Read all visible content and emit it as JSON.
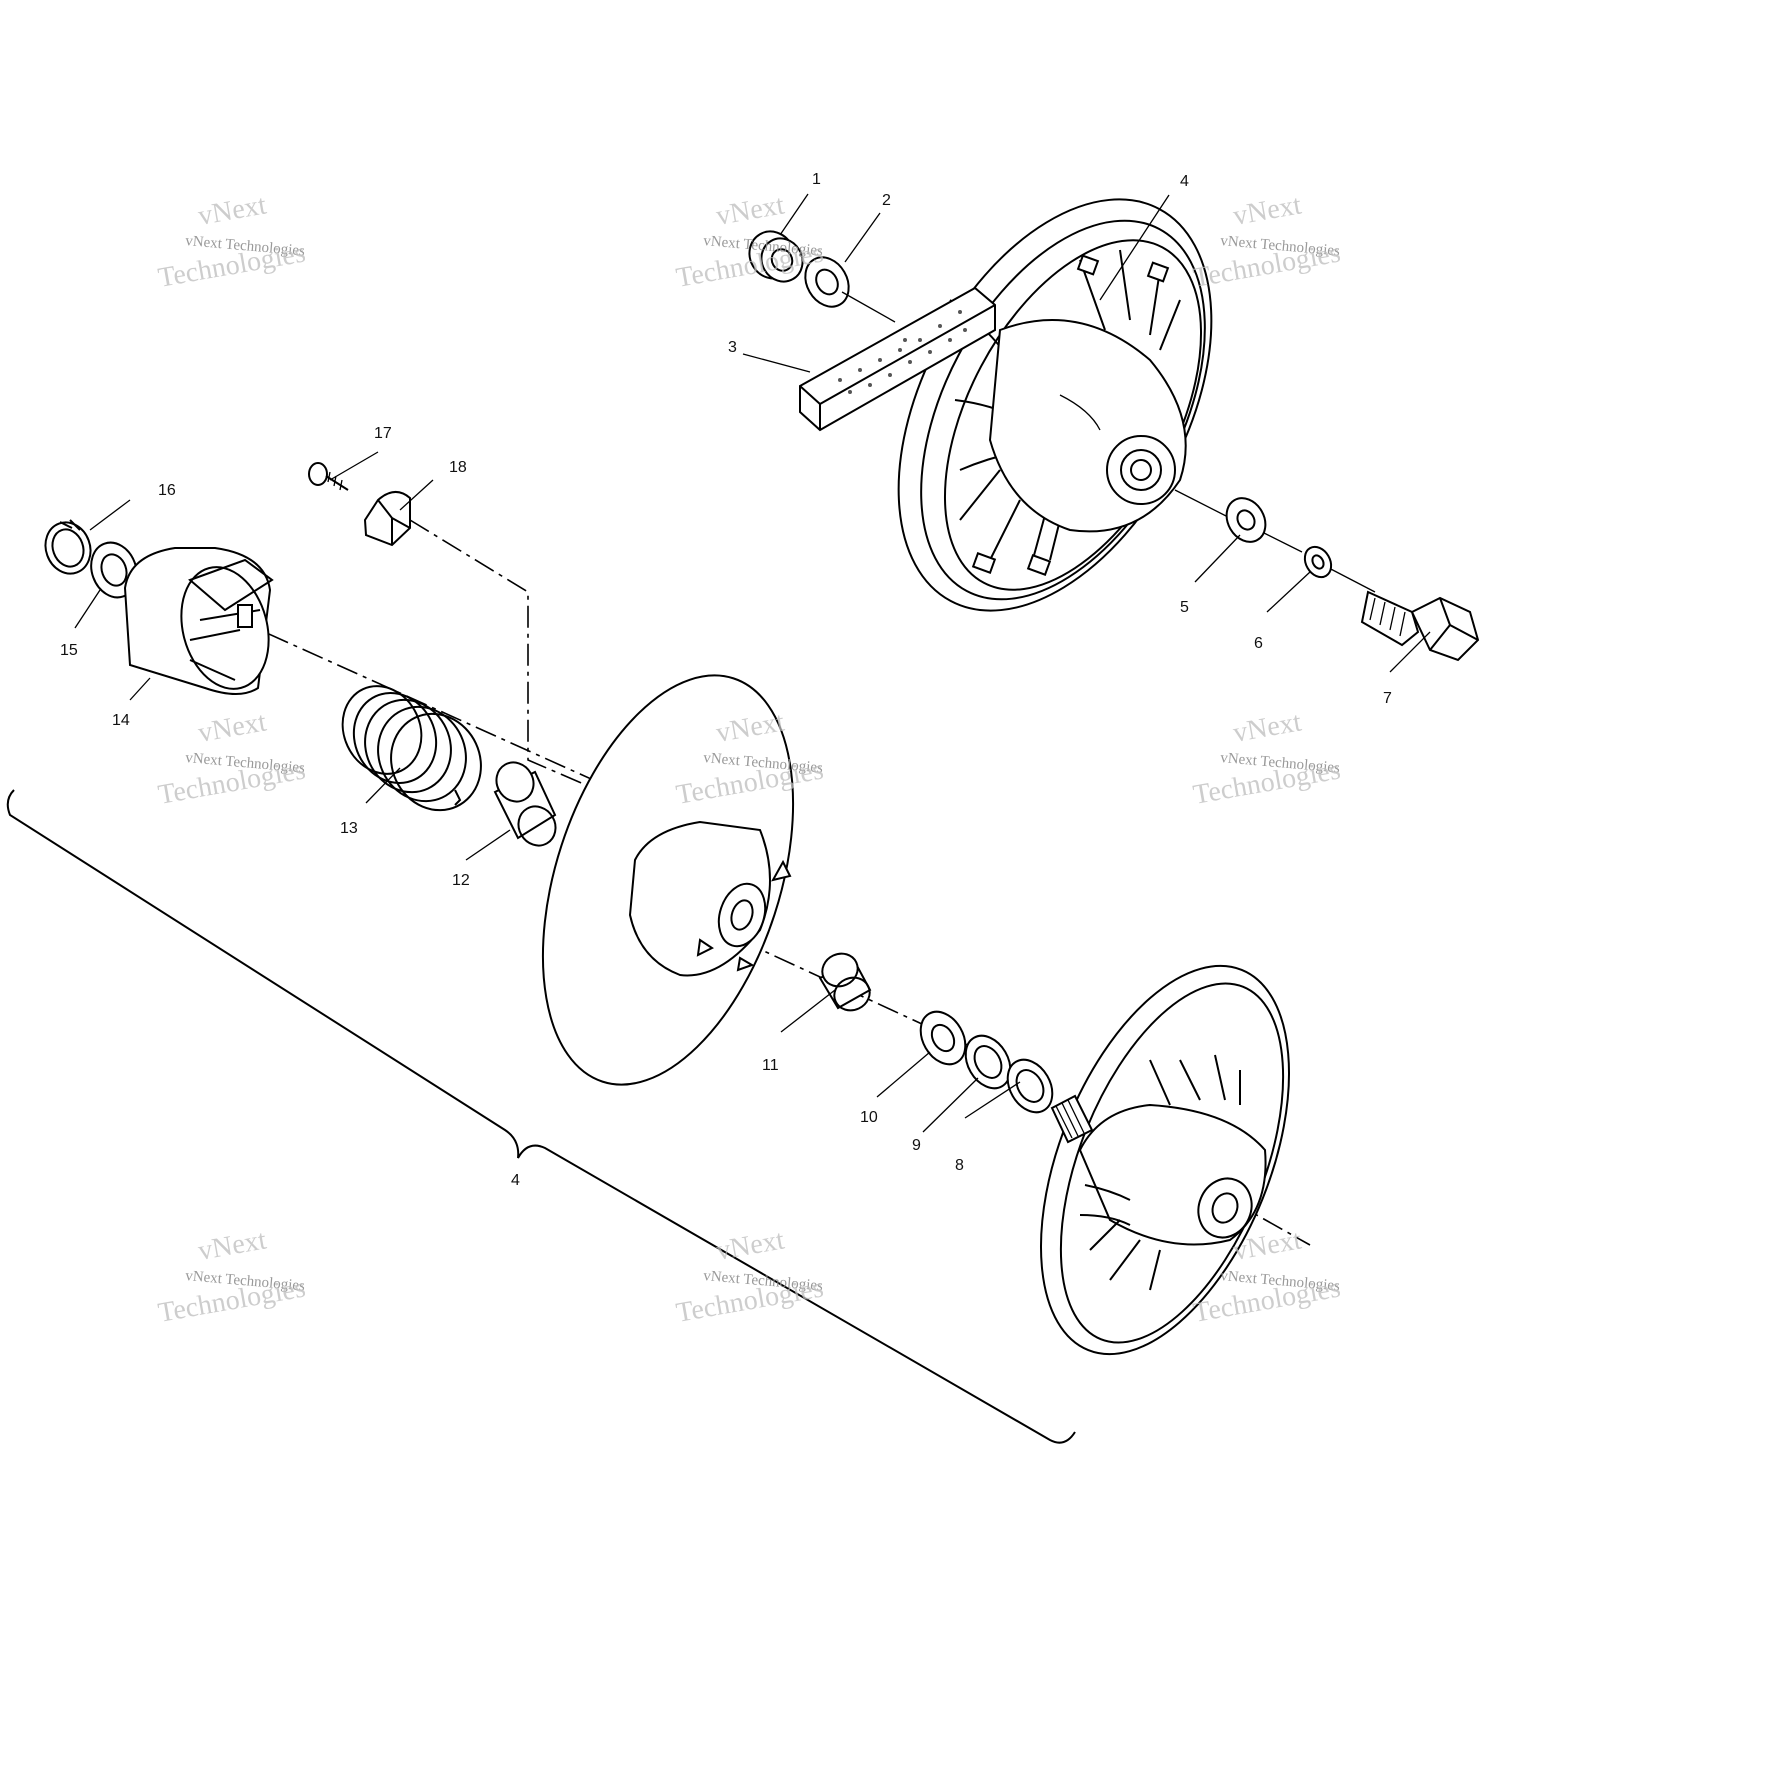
{
  "diagram": {
    "callouts": [
      "1",
      "2",
      "3",
      "4",
      "5",
      "6",
      "7",
      "8",
      "9",
      "10",
      "11",
      "12",
      "13",
      "14",
      "15",
      "16",
      "17",
      "18"
    ],
    "assembly_label": "4"
  },
  "watermark": {
    "line1": "vNext",
    "line2": "vNext Technologies",
    "line3": "Technologies"
  }
}
